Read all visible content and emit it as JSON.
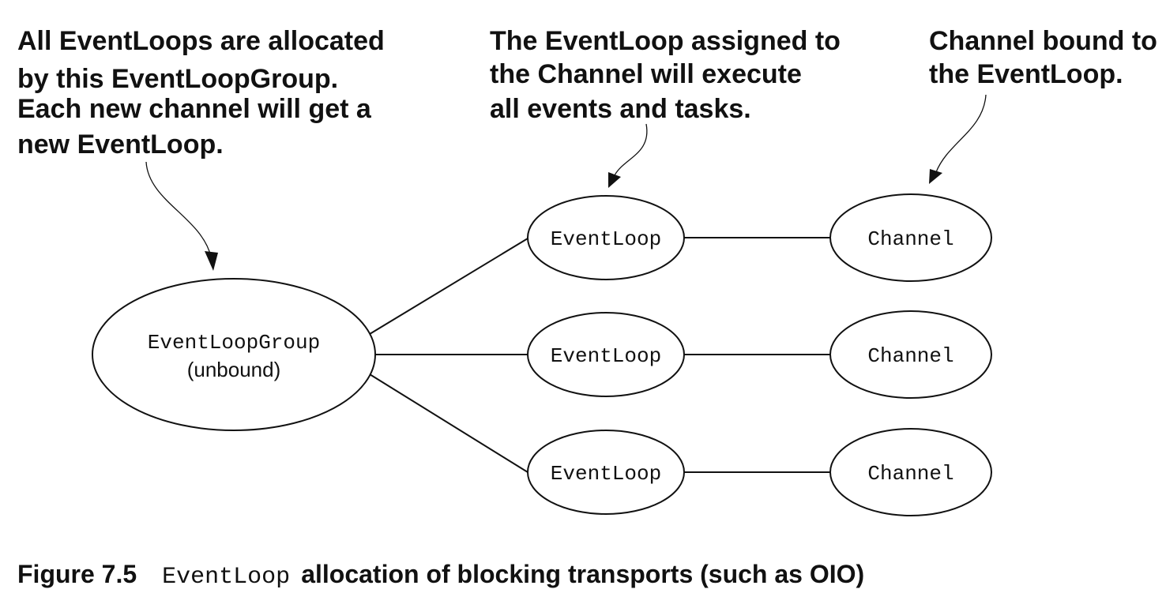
{
  "annotations": {
    "group": {
      "lines": [
        "All EventLoops are allocated",
        "by this EventLoopGroup.",
        "Each new channel will get a",
        "new EventLoop."
      ]
    },
    "eventloop": {
      "lines": [
        "The EventLoop assigned to",
        "the Channel will execute",
        "all events and tasks."
      ]
    },
    "channel": {
      "lines": [
        "Channel bound to",
        "the EventLoop."
      ]
    }
  },
  "group_node": {
    "label": "EventLoopGroup",
    "sublabel": "(unbound)"
  },
  "rows": [
    {
      "eventloop": "EventLoop",
      "channel": "Channel"
    },
    {
      "eventloop": "EventLoop",
      "channel": "Channel"
    },
    {
      "eventloop": "EventLoop",
      "channel": "Channel"
    }
  ],
  "caption": {
    "figure": "Figure 7.5",
    "code": "EventLoop",
    "text": "allocation of blocking transports (such as OIO)"
  }
}
